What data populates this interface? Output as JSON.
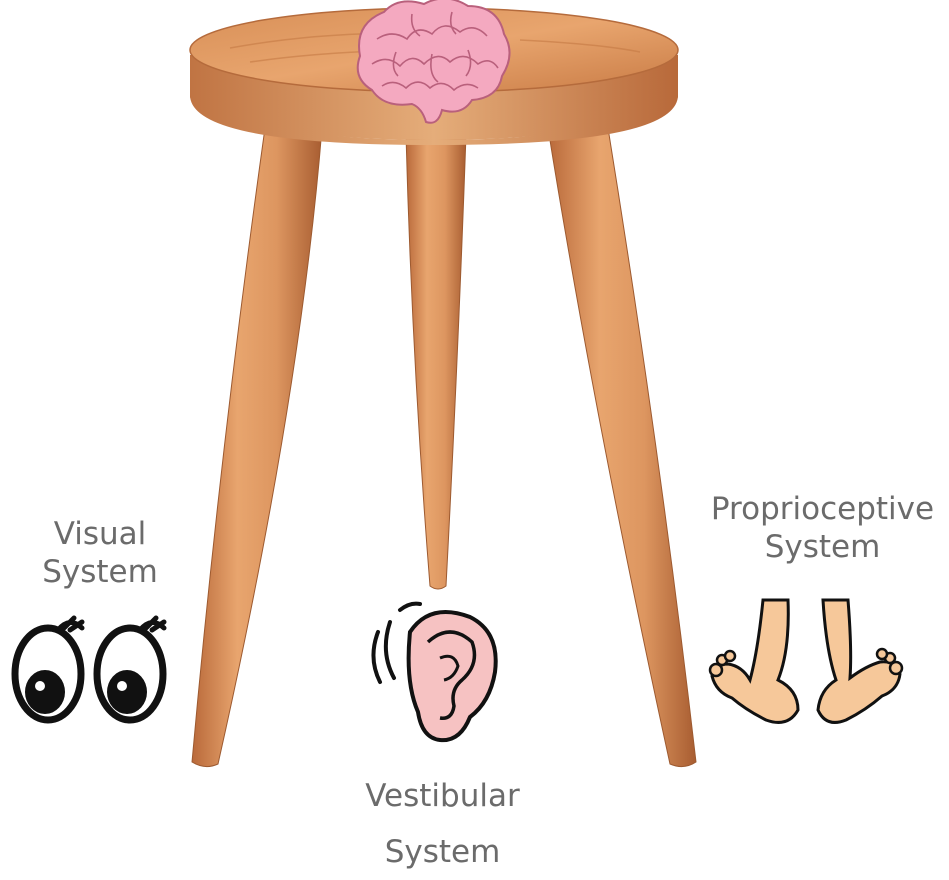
{
  "labels": {
    "visual": {
      "line1": "Visual",
      "line2": "System"
    },
    "proprioceptive": {
      "line1": "Proprioceptive",
      "line2": "System"
    },
    "vestibular": {
      "line1": "Vestibular",
      "line2": "System"
    }
  },
  "icons": {
    "seat": "brain-icon",
    "visual": "eyes-icon",
    "vestibular": "ear-icon",
    "proprioceptive": "feet-icon",
    "structure": "three-legged-stool"
  },
  "colors": {
    "label_text": "#6b6b6b",
    "wood_light": "#e8a56e",
    "wood_mid": "#d2884f",
    "wood_dark": "#b5693a",
    "brain_pink": "#f4a9c0",
    "brain_line": "#b9607c",
    "ear_pink": "#f6c2c2",
    "skin": "#f6c89a"
  }
}
